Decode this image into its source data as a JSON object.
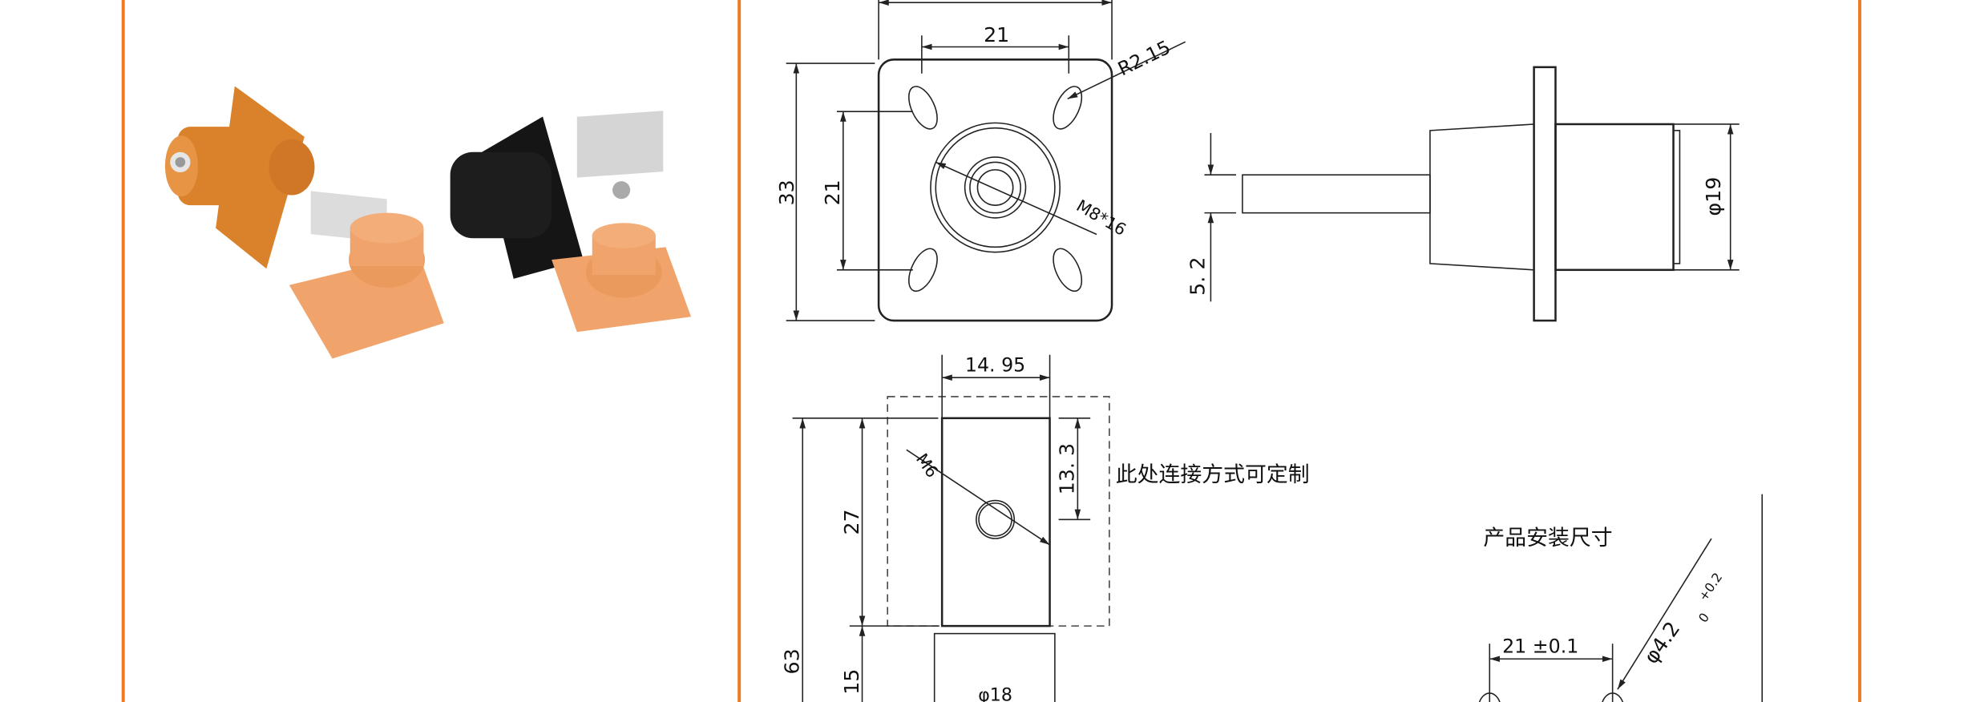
{
  "colors": {
    "border": "#f07a1f",
    "orange_part": "#d9822b",
    "cap": "#f0a36a",
    "black_part": "#151515",
    "metal": "#d8d8d8"
  },
  "front_view": {
    "dim_hole_spacing_h": "21",
    "dim_radius": "R2.15",
    "dim_height": "33",
    "dim_hole_spacing_v": "21",
    "dim_thread": "M8*16"
  },
  "side_view": {
    "dim_diameter": "φ19",
    "dim_pin": "5. 2"
  },
  "bottom_view": {
    "dim_width": "14. 95",
    "dim_thread": "M6",
    "dim_hole_pos": "13. 3",
    "dim_length": "27",
    "dim_total": "63",
    "dim_base": "15",
    "dim_base_dia": "φ18",
    "note": "此处连接方式可定制"
  },
  "install": {
    "title": "产品安装尺寸",
    "dim_spacing": "21 ±0.1",
    "dim_hole": "φ4.2",
    "tol_upper": "+0.2",
    "tol_lower": "0"
  }
}
